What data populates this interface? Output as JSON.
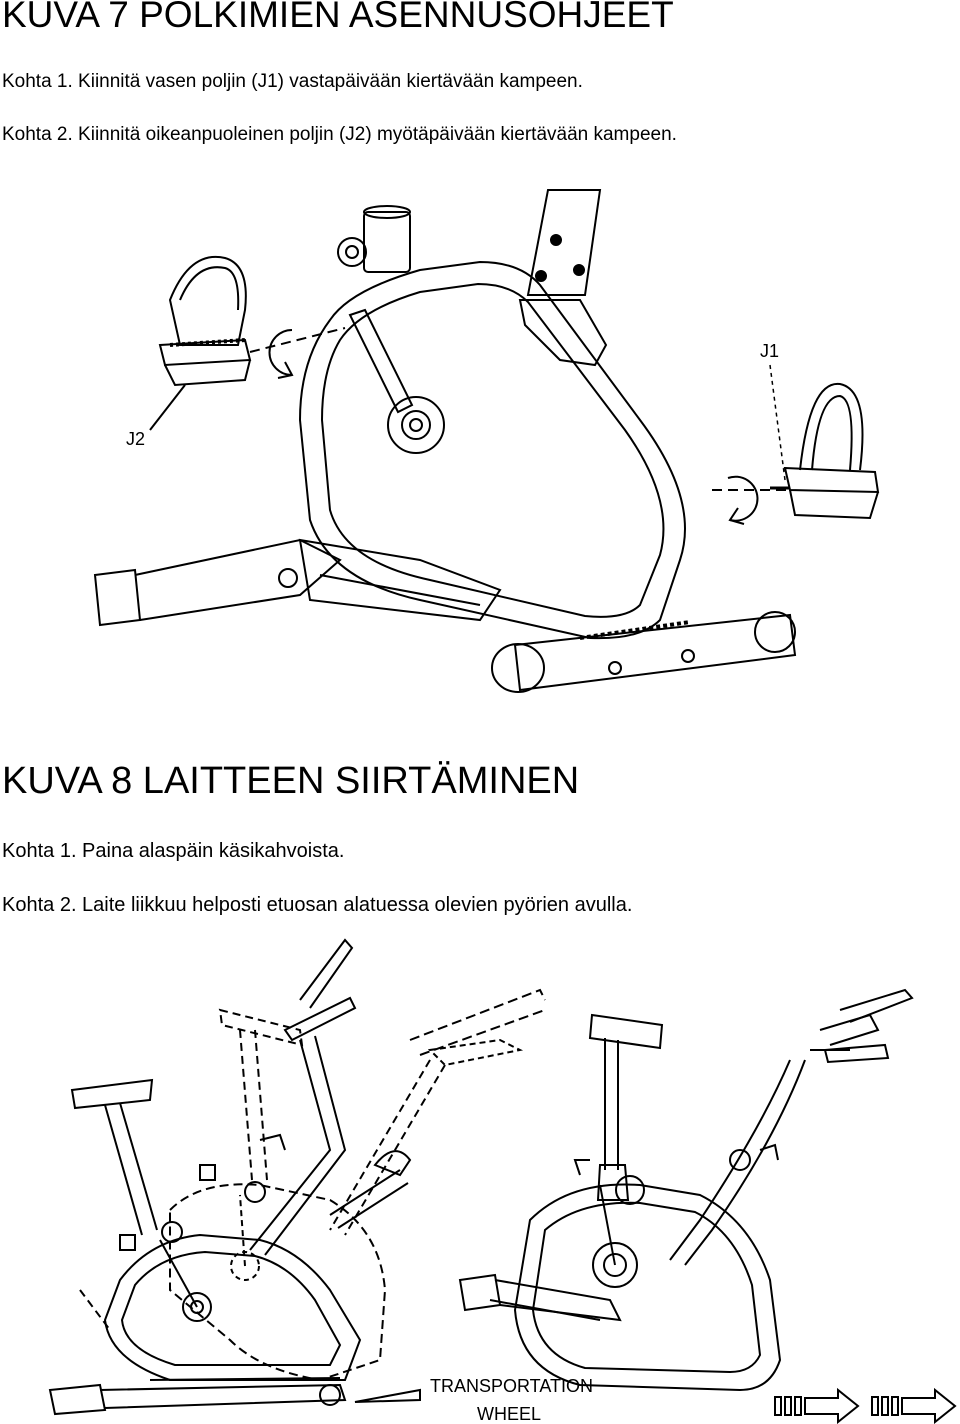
{
  "section7": {
    "title": "KUVA 7 POLKIMIEN ASENNUSOHJEET",
    "step1": "Kohta 1. Kiinnitä vasen poljin (J1) vastapäivään kiertävään kampeen.",
    "step2": "Kohta 2. Kiinnitä oikeanpuoleinen poljin (J2)  myötäpäivään kiertävään kampeen.",
    "label_j1": "J1",
    "label_j2": "J2"
  },
  "section8": {
    "title": "KUVA 8 LAITTEEN SIIRTÄMINEN",
    "step1": "Kohta 1. Paina alaspäin käsikahvoista.",
    "step2": "Kohta 2. Laite liikkuu helposti etuosan alatuessa olevien pyörien avulla.",
    "caption_line1": "TRANSPORTATION",
    "caption_line2": "WHEEL"
  }
}
